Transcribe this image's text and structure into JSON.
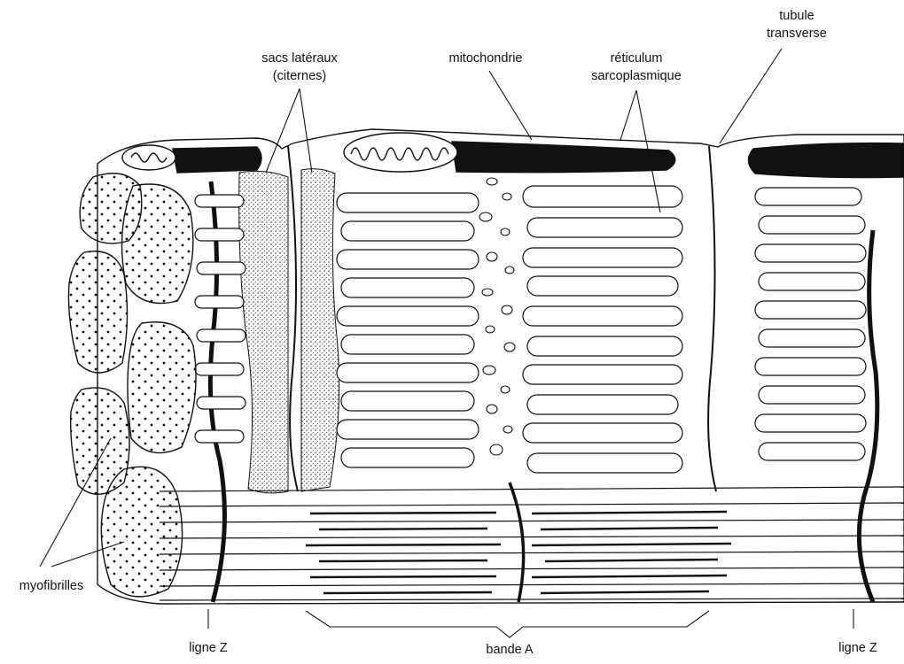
{
  "labels": {
    "lateral_sacs_line1": "sacs latéraux",
    "lateral_sacs_line2": "(citernes)",
    "mitochondria": "mitochondrie",
    "reticulum_line1": "réticulum",
    "reticulum_line2": "sarcoplasmique",
    "tubule_line1": "tubule",
    "tubule_line2": "transverse",
    "myofibrils": "myofibrilles",
    "z_line_left": "ligne Z",
    "a_band": "bande A",
    "z_line_right": "ligne Z"
  },
  "colors": {
    "ink": "#111111",
    "paper": "#ffffff",
    "stipple": "#2a2a2a"
  }
}
